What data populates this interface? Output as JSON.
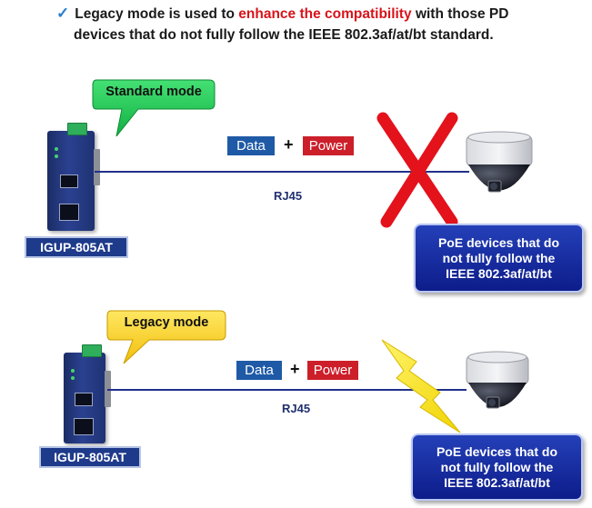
{
  "header": {
    "check_glyph": "✓",
    "line1_pre": "Legacy mode is used to ",
    "line1_highlight": "enhance the compatibility",
    "line1_post": " with those PD",
    "line2": "devices that do not fully follow the IEEE 802.3af/at/bt standard."
  },
  "scenarios": [
    {
      "mode_label": "Standard mode",
      "device_model": "IGUP-805AT",
      "data_label": "Data",
      "plus": "+",
      "power_label": "Power",
      "cable_label": "RJ45",
      "pd_text": "PoE devices that  do not  fully follow the IEEE 802.3af/at/bt",
      "result_icon": "red-x-icon"
    },
    {
      "mode_label": "Legacy mode",
      "device_model": "IGUP-805AT",
      "data_label": "Data",
      "plus": "+",
      "power_label": "Power",
      "cable_label": "RJ45",
      "pd_text": "PoE devices that  do not  fully follow the IEEE 802.3af/at/bt",
      "result_icon": "lightning-bolt-icon"
    }
  ],
  "colors": {
    "highlight": "#d8131b",
    "model_bg": "#1e3a8a",
    "standard_bubble": "#22c455",
    "legacy_bubble": "#f7cf1f",
    "data_tag": "#1f5aa6",
    "power_tag": "#cc1f2a",
    "pd_box": "#1a2fa8",
    "cable": "#22308a"
  }
}
